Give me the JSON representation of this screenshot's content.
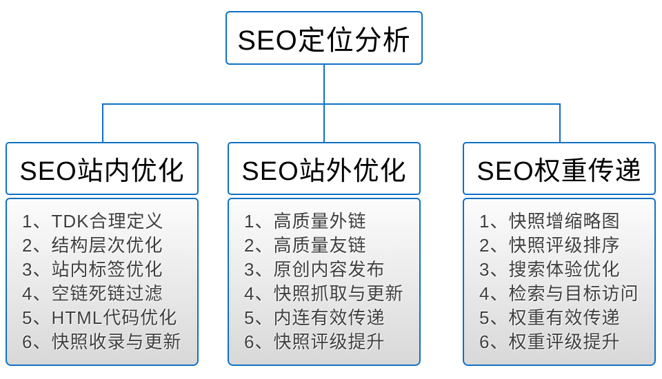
{
  "root_label": "SEO定位分析",
  "columns": [
    {
      "title": "SEO站内优化",
      "items": [
        "1、TDK合理定义",
        "2、结构层次优化",
        "3、站内标签优化",
        "4、空链死链过滤",
        "5、HTML代码优化",
        "6、快照收录与更新"
      ]
    },
    {
      "title": "SEO站外优化",
      "items": [
        "1、高质量外链",
        "2、高质量友链",
        "3、原创内容发布",
        "4、快照抓取与更新",
        "5、内连有效传递",
        "6、快照评级提升"
      ]
    },
    {
      "title": "SEO权重传递",
      "items": [
        "1、快照增缩略图",
        "2、快照评级排序",
        "3、搜索体验优化",
        "4、检索与目标访问",
        "5、权重有效传递",
        "6、权重评级提升"
      ]
    }
  ],
  "colors": {
    "line": "#0f70c5",
    "panel-top": "#fcfcfc",
    "panel-bottom": "#d8d8d8",
    "text": "#3f3f3f"
  }
}
